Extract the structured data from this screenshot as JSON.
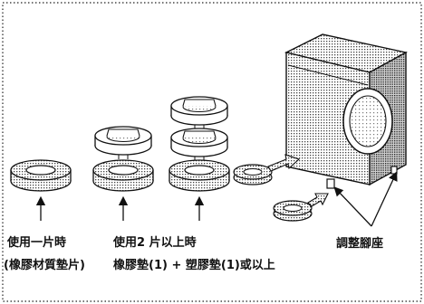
{
  "labels": {
    "one_pad": "使用一片時",
    "one_pad_detail": "(橡膠材質墊片)",
    "two_pads": "使用2 片以上時",
    "two_pads_detail": "橡膠墊(1) + 塑膠墊(1)或以上",
    "adjustable_feet": "調整腳座"
  },
  "colors": {
    "ink": "#111111",
    "dot_fill": "#cfcfcf",
    "background": "#ffffff"
  }
}
